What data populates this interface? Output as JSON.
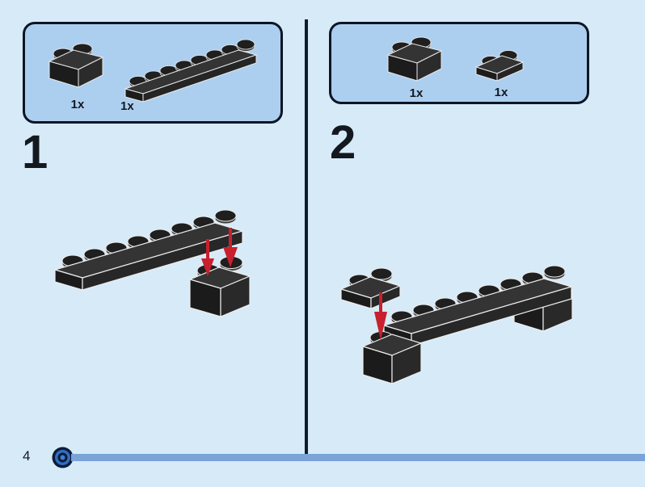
{
  "page": {
    "page_number": "4",
    "background_color": "#d7eaf8",
    "callout_fill_color": "#accff0",
    "outline_color": "#0d1524",
    "brick_color": "#262626",
    "arrow_color": "#c8202e",
    "progress_color": "#7ba3d8"
  },
  "steps": [
    {
      "number": "1",
      "callout": {
        "parts": [
          {
            "name": "brick-1x2",
            "quantity": "1x",
            "studs": 2,
            "type": "brick"
          },
          {
            "name": "plate-1x8",
            "quantity": "1x",
            "studs": 8,
            "type": "plate"
          }
        ]
      },
      "assembly": {
        "description": "plate-1x8 lowered onto brick-1x2",
        "arrows": 2,
        "pieces": [
          {
            "name": "plate-1x8",
            "studs": 8,
            "type": "plate"
          },
          {
            "name": "brick-1x2",
            "studs": 2,
            "type": "brick"
          }
        ]
      }
    },
    {
      "number": "2",
      "callout": {
        "parts": [
          {
            "name": "brick-1x2",
            "quantity": "1x",
            "studs": 2,
            "type": "brick"
          },
          {
            "name": "plate-1x2",
            "quantity": "1x",
            "studs": 2,
            "type": "plate"
          }
        ]
      },
      "assembly": {
        "description": "plate-1x2 lowered onto left brick of bridge assembly",
        "arrows": 1,
        "pieces": [
          {
            "name": "plate-1x2",
            "studs": 2,
            "type": "plate"
          },
          {
            "name": "plate-1x8",
            "studs": 8,
            "type": "plate"
          },
          {
            "name": "brick-1x2-left",
            "studs": 2,
            "type": "brick"
          },
          {
            "name": "brick-1x2-right",
            "studs": 2,
            "type": "brick"
          }
        ]
      }
    }
  ],
  "footer": {
    "page_number": "4"
  }
}
